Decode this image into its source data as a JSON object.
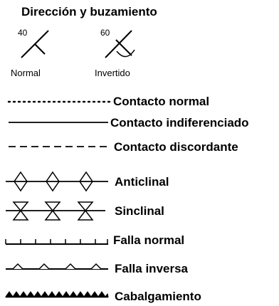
{
  "title": "Dirección y buzamiento",
  "strike_dip": {
    "normal": {
      "angle": "40",
      "label": "Normal"
    },
    "inverted": {
      "angle": "60",
      "label": "Invertido"
    }
  },
  "contacts": {
    "normal": "Contacto normal",
    "undifferentiated": "Contacto indiferenciado",
    "unconformable": "Contacto discordante"
  },
  "folds": {
    "anticline": "Anticlinal",
    "syncline": "Sinclinal"
  },
  "faults": {
    "normal": "Falla normal",
    "reverse": "Falla inversa",
    "thrust": "Cabalgamiento"
  }
}
